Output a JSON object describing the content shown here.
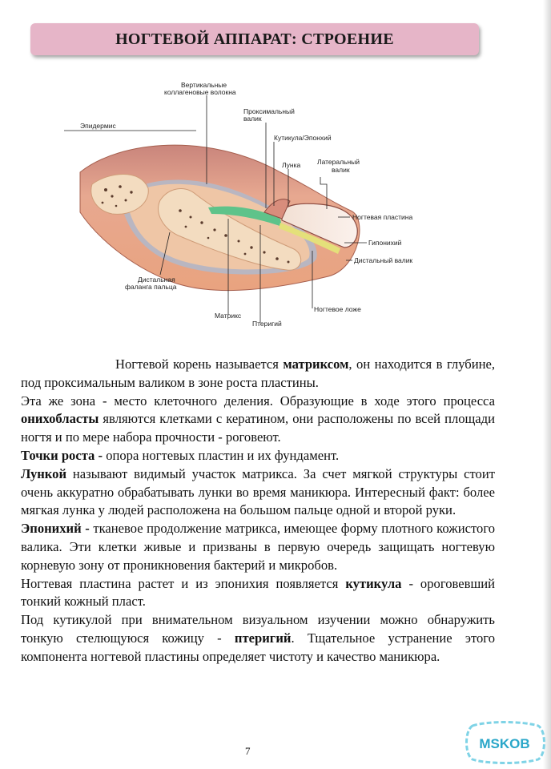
{
  "title": "НОГТЕВОЙ АППАРАТ: СТРОЕНИЕ",
  "diagram": {
    "labels": {
      "vertical_fibers": [
        "Вертикальные",
        "коллагеновые волокна"
      ],
      "epidermis": "Эпидермис",
      "proximal_fold": [
        "Проксимальный",
        "валик"
      ],
      "cuticle": "Кутикула/Эпонхий",
      "lunula": "Лунка",
      "lateral_fold": [
        "Латеральный",
        "валик"
      ],
      "nail_plate": "Ногтевая пластина",
      "hyponychium": "Гипонихий",
      "distal_fold": "Дистальный валик",
      "nail_bed": "Ногтевое ложе",
      "pterygium": "Птеригий",
      "matrix": "Матрикс",
      "distal_phalanx": [
        "Дистальная",
        "фаланга пальца"
      ]
    }
  },
  "paragraphs": [
    {
      "parts": [
        {
          "t": "Ногтевой корень называется ",
          "b": false
        },
        {
          "t": "матриксом",
          "b": true
        },
        {
          "t": ", он находится в глубине, под проксимальным валиком в зоне роста пластины.",
          "b": false
        }
      ]
    },
    {
      "parts": [
        {
          "t": "Эта же зона - место клеточного деления. Образующие в ходе этого процесса ",
          "b": false
        },
        {
          "t": "онихобласты",
          "b": true
        },
        {
          "t": " являются клетками с кератином, они расположены по всей площади ногтя и по мере набора прочности - роговеют.",
          "b": false
        }
      ]
    },
    {
      "parts": [
        {
          "t": "Точки роста -",
          "b": true
        },
        {
          "t": " опора ногтевых пластин и их фундамент.",
          "b": false
        }
      ]
    },
    {
      "parts": [
        {
          "t": "Лункой",
          "b": true
        },
        {
          "t": " называют видимый участок матрикса. За счет мягкой структуры стоит очень аккуратно обрабатывать лунки во время маникюра. Интересный факт: более мягкая лунка у людей расположена на большом пальце одной и второй руки.",
          "b": false
        }
      ]
    },
    {
      "parts": [
        {
          "t": "Эпонихий -",
          "b": true
        },
        {
          "t": " тканевое продолжение матрикса, имеющее форму плотного кожистого валика. Эти клетки живые и призваны в первую очередь защищать ногтевую корневую зону от проникновения бактерий и микробов.",
          "b": false
        }
      ]
    },
    {
      "parts": [
        {
          "t": "Ногтевая пластина растет и из эпонихия появляется ",
          "b": false
        },
        {
          "t": "кутикула",
          "b": true
        },
        {
          "t": " - ороговевший тонкий кожный пласт.",
          "b": false
        }
      ]
    },
    {
      "parts": [
        {
          "t": "Под кутикулой при внимательном визуальном изучении можно обнаружить тонкую стелющуюся кожицу - ",
          "b": false
        },
        {
          "t": "птеригий",
          "b": true
        },
        {
          "t": ". Тщательное устранение этого компонента ногтевой пластины определяет чистоту и качество маникюра.",
          "b": false
        }
      ]
    }
  ],
  "page_number": "7",
  "logo_text": "MSKOB",
  "colors": {
    "title_bg": "#e6b5c8",
    "skin": "#e9a88e",
    "bone": "#f3dcc0",
    "nail_green": "#5ec38a"
  }
}
